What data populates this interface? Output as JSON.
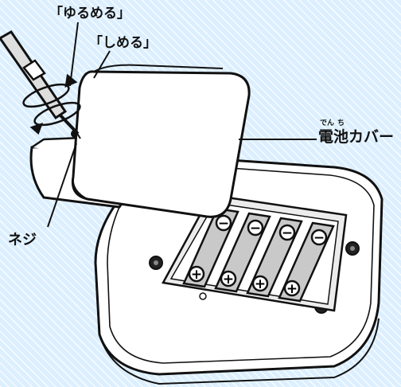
{
  "labels": {
    "loosen": "「ゆるめる」",
    "tighten": "「しめる」",
    "screw": "ネジ",
    "battery_cover": "電池カバー",
    "battery_cover_ruby_1": "でん",
    "battery_cover_ruby_2": "ち"
  },
  "battery_terminals": {
    "minus": "−",
    "plus": "+"
  },
  "battery_count": 4,
  "colors": {
    "background": "#dcefff",
    "outline": "#111111",
    "body": "#ffffff",
    "shade": "#c9c9c9"
  }
}
